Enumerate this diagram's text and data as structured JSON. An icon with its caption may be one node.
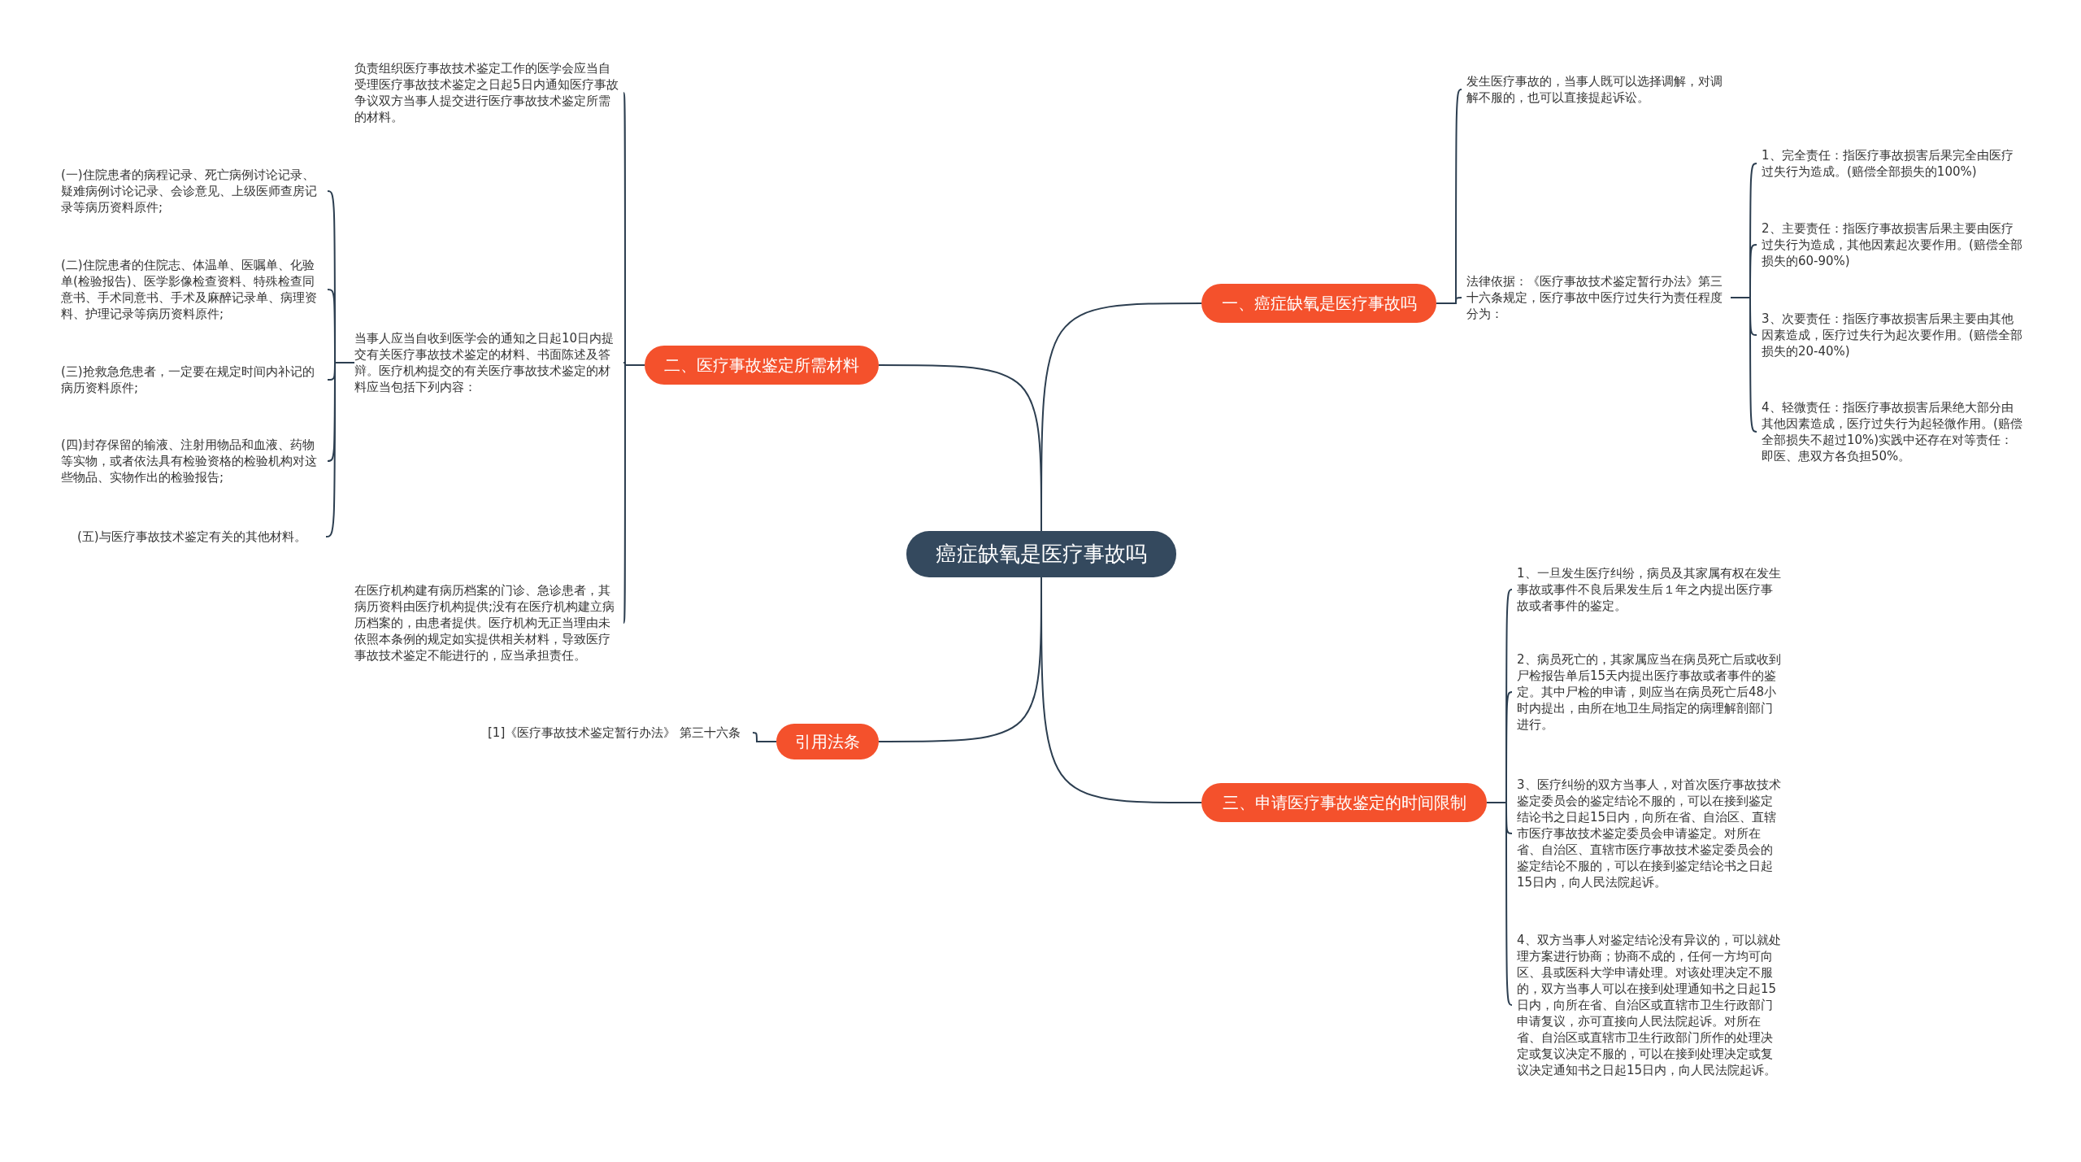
{
  "diagram": {
    "nodes": [
      {
        "text": [
          "癌症缺氧是医疗事故吗"
        ]
      },
      {
        "text": [
          "一、癌症缺氧是医疗事故吗"
        ]
      },
      {
        "text": [
          "发生医疗事故的，当事人既可以选择调解，对调解不服的，也可以直接提起诉讼。"
        ]
      },
      {
        "text": [
          "法律依据：《医疗事故技术鉴定暂行办法》第三十六条规定，医疗事故中医疗过失行为责任程度分为："
        ]
      },
      {
        "text": [
          "1、完全责任：指医疗事故损害后果完全由医疗过失行为造成。(赔偿全部损失的100%)"
        ]
      },
      {
        "text": [
          "2、主要责任：指医疗事故损害后果主要由医疗过失行为造成，其他因素起次要作用。(赔偿全部损失的60-90%)"
        ]
      },
      {
        "text": [
          "3、次要责任：指医疗事故损害后果主要由其他因素造成，医疗过失行为起次要作用。(赔偿全部损失的20-40%)"
        ]
      },
      {
        "text": [
          "4、轻微责任：指医疗事故损害后果绝大部分由其他因素造成，医疗过失行为起轻微作用。(赔偿全部损失不超过10%)实践中还存在对等责任：即医、患双方各负担50%。"
        ]
      },
      {
        "text": [
          "二、医疗事故鉴定所需材料"
        ]
      },
      {
        "text": [
          "负责组织医疗事故技术鉴定工作的医学会应当自受理医疗事故技术鉴定之日起5日内通知医疗事故争议双方当事人提交进行医疗事故技术鉴定所需的材料。"
        ]
      },
      {
        "text": [
          "当事人应当自收到医学会的通知之日起10日内提交有关医疗事故技术鉴定的材料、书面陈述及答辩。医疗机构提交的有关医疗事故技术鉴定的材料应当包括下列内容："
        ]
      },
      {
        "text": [
          "(一)住院患者的病程记录、死亡病例讨论记录、疑难病例讨论记录、会诊意见、上级医师查房记录等病历资料原件;"
        ]
      },
      {
        "text": [
          "(二)住院患者的住院志、体温单、医嘱单、化验单(检验报告)、医学影像检查资料、特殊检查同意书、手术同意书、手术及麻醉记录单、病理资料、护理记录等病历资料原件;"
        ]
      },
      {
        "text": [
          "(三)抢救急危患者，一定要在规定时间内补记的病历资料原件;"
        ]
      },
      {
        "text": [
          "(四)封存保留的输液、注射用物品和血液、药物等实物，或者依法具有检验资格的检验机构对这些物品、实物作出的检验报告;"
        ]
      },
      {
        "text": [
          "(五)与医疗事故技术鉴定有关的其他材料。"
        ]
      },
      {
        "text": [
          "在医疗机构建有病历档案的门诊、急诊患者，其病历资料由医疗机构提供;没有在医疗机构建立病历档案的，由患者提供。医疗机构无正当理由未依照本条例的规定如实提供相关材料，导致医疗事故技术鉴定不能进行的，应当承担责任。"
        ]
      },
      {
        "text": [
          "引用法条"
        ]
      },
      {
        "text": [
          "[1]《医疗事故技术鉴定暂行办法》 第三十六条"
        ]
      },
      {
        "text": [
          "三、申请医疗事故鉴定的时间限制"
        ]
      },
      {
        "text": [
          "1、一旦发生医疗纠纷，病员及其家属有权在发生事故或事件不良后果发生后１年之内提出医疗事故或者事件的鉴定。"
        ]
      },
      {
        "text": [
          "2、病员死亡的，其家属应当在病员死亡后或收到尸检报告单后15天内提出医疗事故或者事件的鉴定。其中尸检的申请，则应当在病员死亡后48小时内提出，由所在地卫生局指定的病理解剖部门进行。"
        ]
      },
      {
        "text": [
          "3、医疗纠纷的双方当事人，对首次医疗事故技术鉴定委员会的鉴定结论不服的，可以在接到鉴定结论书之日起15日内，向所在省、自治区、直辖市医疗事故技术鉴定委员会申请鉴定。对所在省、自治区、直辖市医疗事故技术鉴定委员会的鉴定结论不服的，可以在接到鉴定结论书之日起15日内，向人民法院起诉。"
        ]
      },
      {
        "text": [
          "4、双方当事人对鉴定结论没有异议的，可以就处理方案进行协商；协商不成的，任何一方均可向区、县或医科大学申请处理。对该处理决定不服的，双方当事人可以在接到处理通知书之日起15日内，向所在省、自治区或直辖市卫生行政部门申请复议，亦可直接向人民法院起诉。对所在省、自治区或直辖市卫生行政部门所作的处理决定或复议决定不服的，可以在接到处理决定或复议决定通知书之日起15日内，向人民法院起诉。"
        ]
      }
    ],
    "edges": [
      {
        "from": 0,
        "to": 1,
        "arrow": "none"
      },
      {
        "from": 1,
        "to": 2,
        "arrow": "none"
      },
      {
        "from": 1,
        "to": 3,
        "arrow": "none"
      },
      {
        "from": 3,
        "to": 4,
        "arrow": "none"
      },
      {
        "from": 3,
        "to": 5,
        "arrow": "none"
      },
      {
        "from": 3,
        "to": 6,
        "arrow": "none"
      },
      {
        "from": 3,
        "to": 7,
        "arrow": "none"
      },
      {
        "from": 0,
        "to": 8,
        "arrow": "none"
      },
      {
        "from": 8,
        "to": 9,
        "arrow": "none"
      },
      {
        "from": 8,
        "to": 10,
        "arrow": "none"
      },
      {
        "from": 10,
        "to": 11,
        "arrow": "none"
      },
      {
        "from": 10,
        "to": 12,
        "arrow": "none"
      },
      {
        "from": 10,
        "to": 13,
        "arrow": "none"
      },
      {
        "from": 10,
        "to": 14,
        "arrow": "none"
      },
      {
        "from": 10,
        "to": 15,
        "arrow": "none"
      },
      {
        "from": 8,
        "to": 16,
        "arrow": "none"
      },
      {
        "from": 0,
        "to": 17,
        "arrow": "none"
      },
      {
        "from": 17,
        "to": 18,
        "arrow": "none"
      },
      {
        "from": 0,
        "to": 19,
        "arrow": "none"
      },
      {
        "from": 19,
        "to": 20,
        "arrow": "none"
      },
      {
        "from": 19,
        "to": 21,
        "arrow": "none"
      },
      {
        "from": 19,
        "to": 22,
        "arrow": "none"
      },
      {
        "from": 19,
        "to": 23,
        "arrow": "none"
      }
    ]
  }
}
